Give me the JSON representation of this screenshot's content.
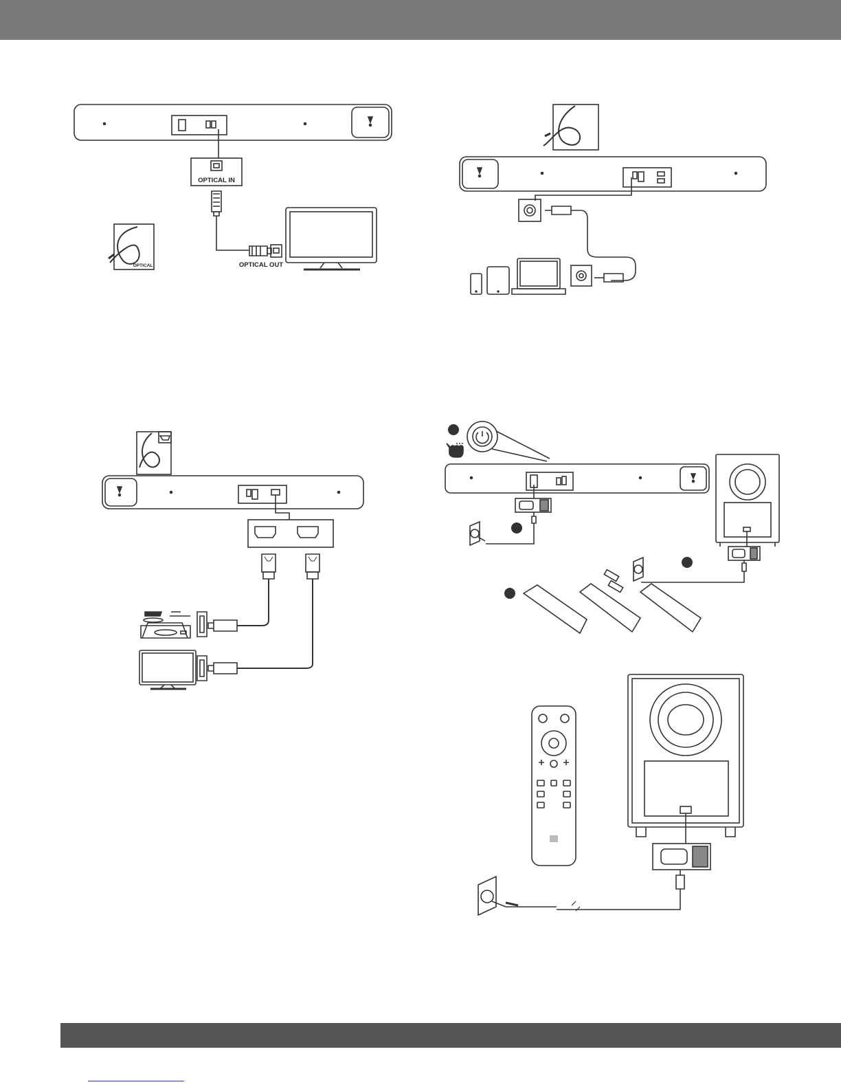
{
  "labels": {
    "optical_in": "OPTICAL IN",
    "optical_out": "OPTICAL OUT",
    "optical_cable": "OPTICAL"
  },
  "colors": {
    "header_band": "#7a7a7a",
    "footer_band": "#555555",
    "line_art": "#333333",
    "footer_link": "#2a3aa8"
  },
  "icons": {
    "soundbar": "soundbar-icon",
    "tv": "tv-icon",
    "subwoofer": "subwoofer-icon",
    "remote": "remote-icon",
    "power": "power-icon",
    "wall_outlet": "wall-outlet-icon"
  }
}
